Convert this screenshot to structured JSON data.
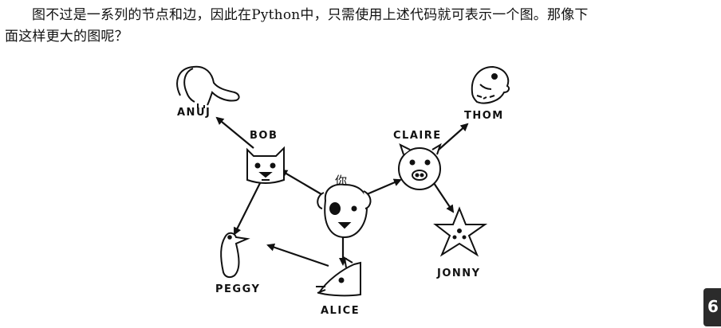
{
  "paragraph": {
    "line1": "图不过是一系列的节点和边，因此在Python中，只需使用上述代码就可表示一个图。那像下",
    "line2": "面这样更大的图呢？"
  },
  "graph": {
    "you": "你",
    "anuj": "ANUJ",
    "bob": "BOB",
    "claire": "CLAIRE",
    "thom": "THOM",
    "jonny": "JONNY",
    "peggy": "PEGGY",
    "alice": "ALICE"
  },
  "page_tab": {
    "number": "6"
  }
}
